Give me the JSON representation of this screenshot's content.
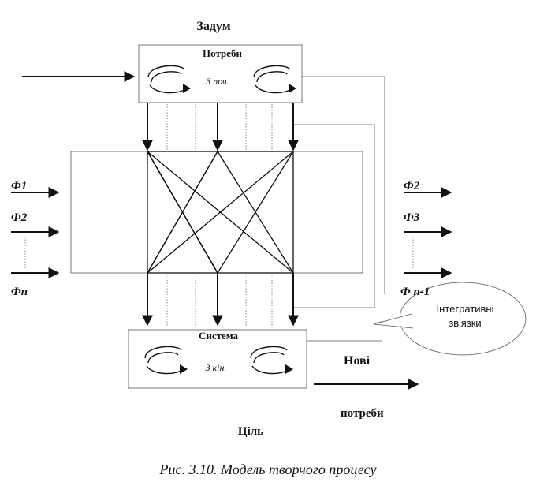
{
  "top_label": "Задум",
  "needs_box": {
    "title": "Потреби",
    "sub": "З поч."
  },
  "system_box": {
    "title": "Система",
    "sub": "З кін."
  },
  "left_inputs": [
    "Ф1",
    "Ф2",
    "Фn"
  ],
  "right_outputs": [
    "Ф2",
    "Ф3",
    "Ф n-1"
  ],
  "callout": {
    "line1": "Інтегративні",
    "line2": "зв'язки"
  },
  "new_needs": {
    "line1": "Нові",
    "line2": "потреби"
  },
  "bottom_label": "Ціль",
  "caption": "Рис. 3.10. Модель творчого процесу"
}
